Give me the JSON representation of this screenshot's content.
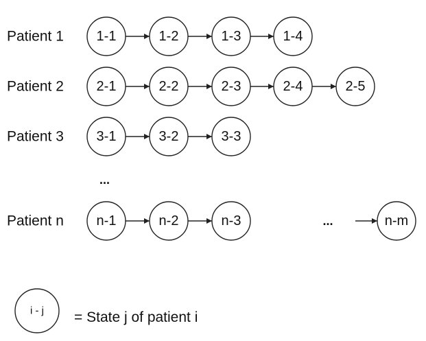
{
  "rows": [
    {
      "label": "Patient 1",
      "states": [
        "1-1",
        "1-2",
        "1-3",
        "1-4"
      ]
    },
    {
      "label": "Patient 2",
      "states": [
        "2-1",
        "2-2",
        "2-3",
        "2-4",
        "2-5"
      ]
    },
    {
      "label": "Patient 3",
      "states": [
        "3-1",
        "3-2",
        "3-3"
      ]
    },
    {
      "label": "Patient n",
      "states": [
        "n-1",
        "n-2",
        "n-3"
      ],
      "gap_text": "...",
      "last_state": "n-m"
    }
  ],
  "row_ellipsis": "...",
  "legend": {
    "node_label": "i - j",
    "text": "= State j of patient i"
  },
  "colors": {
    "stroke": "#222222",
    "text": "#111111",
    "background": "#ffffff"
  }
}
